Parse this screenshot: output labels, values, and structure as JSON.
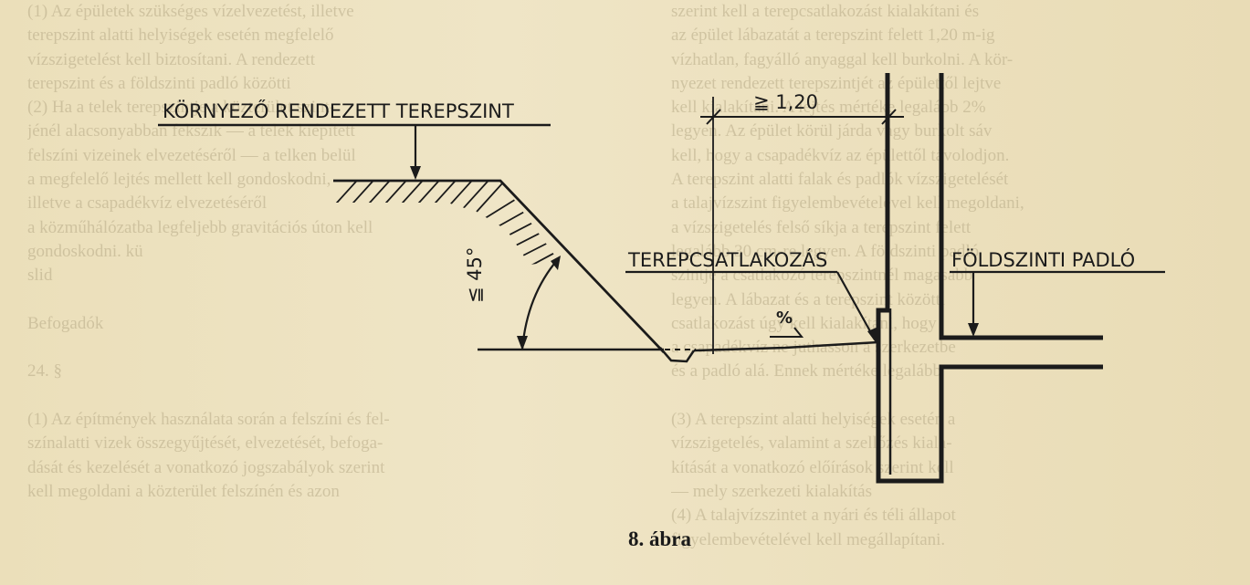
{
  "labels": {
    "ground_level": "KÖRNYEZŐ RENDEZETT TEREPSZINT",
    "terrain_connection": "TEREPCSATLAKOZÁS",
    "ground_floor": "FÖLDSZINTI PADLÓ",
    "height": "≧ 1,20",
    "angle": "≦ 45°",
    "slope": "%"
  },
  "caption": "8. ábra",
  "background_text": {
    "left": [
      "(1) Az épületek szükséges vízelvezetést, illetve",
      "terepszint alatti helyiségek esetén megfelelő",
      "vízszigetelést kell biztosítani. A rendezett",
      "terepszint és a földszinti padló közötti",
      "(2) Ha a telek terepszintje a közterület szint-",
      "jénél alacsonyabban fekszik — a telek kiépített",
      "felszíni vizeinek elvezetéséről — a telken belül",
      "a megfelelő lejtés mellett kell gondoskodni,",
      "illetve a csapadékvíz elvezetéséről",
      "a közműhálózatba legfeljebb gravitációs úton kell",
      "gondoskodni.                              kü",
      "                                          slid",
      "",
      "                   Befogadók",
      "",
      "                      24. §",
      "",
      "(1) Az építmények használata során a felszíni és fel-",
      "színalatti vizek összegyűjtését, elvezetését, befoga-",
      "dását és kezelését a vonatkozó jogszabályok szerint",
      "kell megoldani a közterület felszínén és azon"
    ],
    "right": [
      "szerint kell a terepcsatlakozást kialakítani és",
      "az épület lábazatát a terepszint felett 1,20 m-ig",
      "vízhatlan, fagyálló anyaggal kell burkolni. A kör-",
      "nyezet rendezett terepszintjét az épülettől lejtve",
      "kell kialakítani. A lejtés mértéke legalább 2%",
      "legyen. Az épület körül járda vagy burkolt sáv",
      "kell, hogy a csapadékvíz az épülettől távolodjon.",
      "A terepszint alatti falak és padlók vízszigetelését",
      "a talajvízszint figyelembevételével kell megoldani,",
      "a vízszigetelés felső síkja a terepszint felett",
      "legalább 30 cm-re legyen. A földszinti padló",
      "szintje a csatlakozó terepszintnél magasabb",
      "legyen. A lábazat és a terepszint közötti",
      "csatlakozást úgy kell kialakítani, hogy",
      "a csapadékvíz ne juthasson a szerkezetbe",
      "és a padló alá. Ennek mértéke legalább",
      "",
      "(3) A terepszint alatti helyiségek esetén a",
      "vízszigetelés, valamint a szellőzés kiala-",
      "kítását a vonatkozó előírások szerint kell",
      "— mely szerkezeti kialakítás",
      "(4) A talajvízszintet a nyári és téli állapot",
      "figyelembevételével kell megállapítani."
    ]
  },
  "colors": {
    "paper": "#ede2bf",
    "ink": "#1b1b1b",
    "bleed_text": "#b8ab88"
  }
}
